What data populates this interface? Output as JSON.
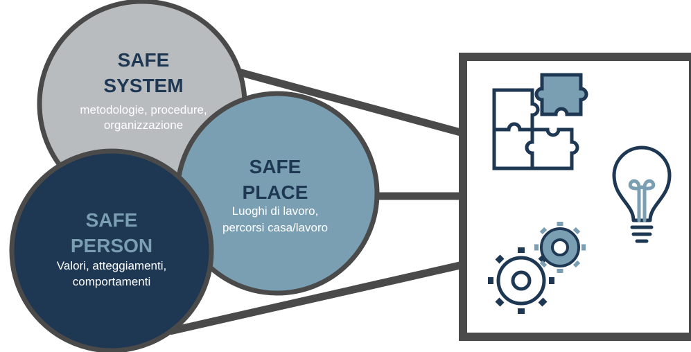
{
  "circles": {
    "safe_system": {
      "title_line1": "SAFE",
      "title_line2": "SYSTEM",
      "desc_line1": "metodologie, procedure,",
      "desc_line2": "organizzazione"
    },
    "safe_place": {
      "title_line1": "SAFE",
      "title_line2": "PLACE",
      "desc_line1": "Luoghi di lavoro,",
      "desc_line2": "percorsi casa/lavoro"
    },
    "safe_person": {
      "title_line1": "SAFE",
      "title_line2": "PERSON",
      "desc_line1": "Valori, atteggiamenti,",
      "desc_line2": "comportamenti"
    }
  },
  "icons": [
    "puzzle-icon",
    "lightbulb-icon",
    "gears-icon"
  ],
  "colors": {
    "outline": "#4a4a4a",
    "safe_system_fill": "#b8bcbf",
    "safe_place_fill": "#7a9fb2",
    "safe_person_fill": "#1e3752",
    "navy_text": "#1e3752",
    "person_title": "#7a9fb2",
    "icon_stroke": "#1e3752",
    "icon_accent": "#7a9fb2"
  }
}
